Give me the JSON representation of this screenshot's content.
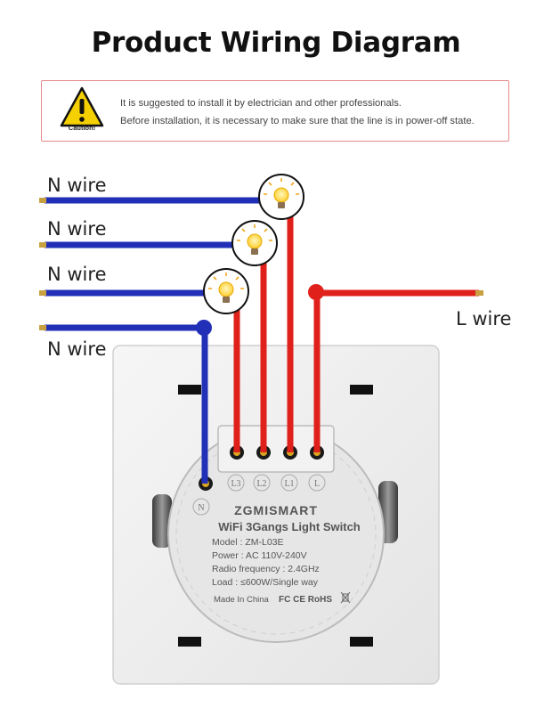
{
  "title": "Product Wiring Diagram",
  "caution": {
    "label": "Caution!",
    "line1": "It is suggested to install it by electrician and other professionals.",
    "line2": "Before installation, it is necessary to make sure that the line is in power-off state."
  },
  "wires": {
    "n1": "N wire",
    "n2": "N wire",
    "n3": "N wire",
    "n4": "N wire",
    "l": "L wire"
  },
  "terminals": [
    "L3",
    "L2",
    "L1",
    "L",
    "N"
  ],
  "device": {
    "brand": "ZGMISMART",
    "product": "WiFi 3Gangs Light Switch",
    "model": "Model : ZM-L03E",
    "power": "Power : AC 110V-240V",
    "radio": "Radio frequency : 2.4GHz",
    "load": "Load : ≤600W/Single way",
    "made_in": "Made In China",
    "marks": "FC CE RoHS"
  },
  "colors": {
    "neutral_wire": "#2230b8",
    "live_wire": "#e0201a",
    "accent": "#e88a8a"
  }
}
